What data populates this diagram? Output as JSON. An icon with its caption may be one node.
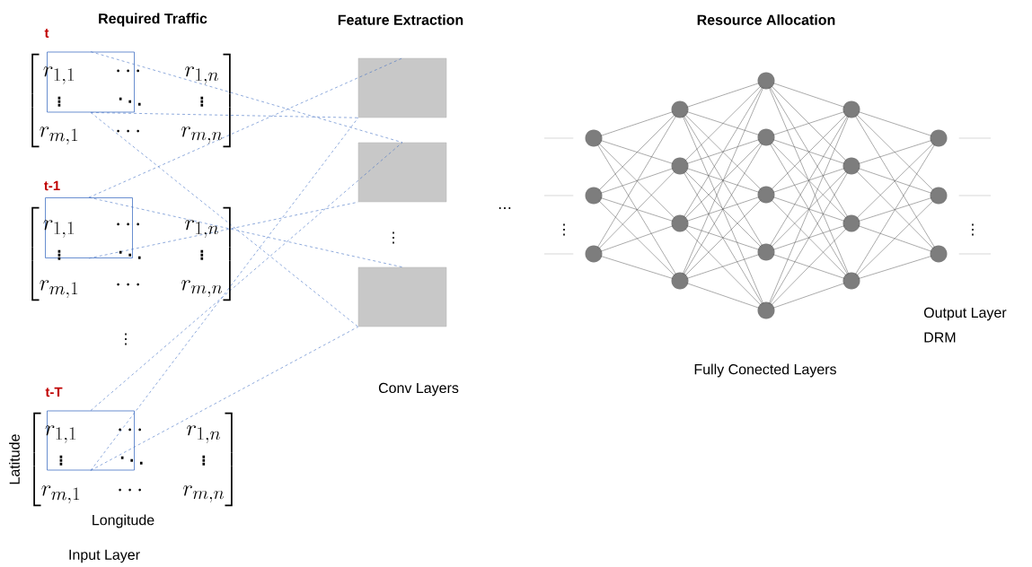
{
  "diagram": {
    "nodes": [
      {
        "text": [],
        "shape": "box"
      },
      {
        "text": [],
        "shape": "box"
      },
      {
        "text": [],
        "shape": "box"
      },
      {
        "text": [],
        "shape": "box"
      },
      {
        "text": [],
        "shape": "box"
      },
      {
        "text": [],
        "shape": "box"
      },
      {
        "text": [],
        "shape": "circle"
      },
      {
        "text": [],
        "shape": "circle"
      },
      {
        "text": [],
        "shape": "circle"
      },
      {
        "text": [],
        "shape": "circle"
      },
      {
        "text": [],
        "shape": "circle"
      },
      {
        "text": [],
        "shape": "circle"
      },
      {
        "text": [],
        "shape": "circle"
      },
      {
        "text": [],
        "shape": "circle"
      },
      {
        "text": [],
        "shape": "circle"
      },
      {
        "text": [],
        "shape": "circle"
      },
      {
        "text": [],
        "shape": "circle"
      },
      {
        "text": [],
        "shape": "circle"
      },
      {
        "text": [],
        "shape": "circle"
      },
      {
        "text": [],
        "shape": "circle"
      },
      {
        "text": [],
        "shape": "circle"
      },
      {
        "text": [],
        "shape": "circle"
      },
      {
        "text": [],
        "shape": "circle"
      },
      {
        "text": [],
        "shape": "circle"
      },
      {
        "text": [],
        "shape": "circle"
      }
    ],
    "edges": [
      {
        "from": 0,
        "to": 3,
        "arrow": "none",
        "style": "dashed",
        "color": "#4472c4"
      },
      {
        "from": 0,
        "to": 4,
        "arrow": "none",
        "style": "dashed",
        "color": "#4472c4"
      },
      {
        "from": 0,
        "to": 5,
        "arrow": "none",
        "style": "dashed",
        "color": "#4472c4"
      },
      {
        "from": 1,
        "to": 3,
        "arrow": "none",
        "style": "dashed",
        "color": "#4472c4"
      },
      {
        "from": 1,
        "to": 4,
        "arrow": "none",
        "style": "dashed",
        "color": "#4472c4"
      },
      {
        "from": 1,
        "to": 5,
        "arrow": "none",
        "style": "dashed",
        "color": "#4472c4"
      },
      {
        "from": 2,
        "to": 3,
        "arrow": "none",
        "style": "dashed",
        "color": "#4472c4"
      },
      {
        "from": 2,
        "to": 4,
        "arrow": "none",
        "style": "dashed",
        "color": "#4472c4"
      },
      {
        "from": 2,
        "to": 5,
        "arrow": "none",
        "style": "dashed",
        "color": "#4472c4"
      },
      {
        "from": null,
        "to": 6,
        "arrow": "none",
        "color": "#b0b0b0"
      },
      {
        "from": null,
        "to": 7,
        "arrow": "none",
        "color": "#b0b0b0"
      },
      {
        "from": null,
        "to": 8,
        "arrow": "none",
        "color": "#b0b0b0"
      },
      {
        "from": 6,
        "to": 9,
        "arrow": "none"
      },
      {
        "from": 6,
        "to": 10,
        "arrow": "none"
      },
      {
        "from": 6,
        "to": 11,
        "arrow": "none"
      },
      {
        "from": 6,
        "to": 12,
        "arrow": "none"
      },
      {
        "from": 7,
        "to": 9,
        "arrow": "none"
      },
      {
        "from": 7,
        "to": 10,
        "arrow": "none"
      },
      {
        "from": 7,
        "to": 11,
        "arrow": "none"
      },
      {
        "from": 7,
        "to": 12,
        "arrow": "none"
      },
      {
        "from": 8,
        "to": 9,
        "arrow": "none"
      },
      {
        "from": 8,
        "to": 10,
        "arrow": "none"
      },
      {
        "from": 8,
        "to": 11,
        "arrow": "none"
      },
      {
        "from": 8,
        "to": 12,
        "arrow": "none"
      },
      {
        "from": 9,
        "to": 13,
        "arrow": "none"
      },
      {
        "from": 9,
        "to": 14,
        "arrow": "none"
      },
      {
        "from": 9,
        "to": 15,
        "arrow": "none"
      },
      {
        "from": 9,
        "to": 16,
        "arrow": "none"
      },
      {
        "from": 9,
        "to": 17,
        "arrow": "none"
      },
      {
        "from": 10,
        "to": 13,
        "arrow": "none"
      },
      {
        "from": 10,
        "to": 14,
        "arrow": "none"
      },
      {
        "from": 10,
        "to": 15,
        "arrow": "none"
      },
      {
        "from": 10,
        "to": 16,
        "arrow": "none"
      },
      {
        "from": 10,
        "to": 17,
        "arrow": "none"
      },
      {
        "from": 11,
        "to": 13,
        "arrow": "none"
      },
      {
        "from": 11,
        "to": 14,
        "arrow": "none"
      },
      {
        "from": 11,
        "to": 15,
        "arrow": "none"
      },
      {
        "from": 11,
        "to": 16,
        "arrow": "none"
      },
      {
        "from": 11,
        "to": 17,
        "arrow": "none"
      },
      {
        "from": 12,
        "to": 13,
        "arrow": "none"
      },
      {
        "from": 12,
        "to": 14,
        "arrow": "none"
      },
      {
        "from": 12,
        "to": 15,
        "arrow": "none"
      },
      {
        "from": 12,
        "to": 16,
        "arrow": "none"
      },
      {
        "from": 12,
        "to": 17,
        "arrow": "none"
      },
      {
        "from": 13,
        "to": 18,
        "arrow": "none"
      },
      {
        "from": 13,
        "to": 19,
        "arrow": "none"
      },
      {
        "from": 13,
        "to": 20,
        "arrow": "none"
      },
      {
        "from": 13,
        "to": 21,
        "arrow": "none"
      },
      {
        "from": 14,
        "to": 18,
        "arrow": "none"
      },
      {
        "from": 14,
        "to": 19,
        "arrow": "none"
      },
      {
        "from": 14,
        "to": 20,
        "arrow": "none"
      },
      {
        "from": 14,
        "to": 21,
        "arrow": "none"
      },
      {
        "from": 15,
        "to": 18,
        "arrow": "none"
      },
      {
        "from": 15,
        "to": 19,
        "arrow": "none"
      },
      {
        "from": 15,
        "to": 20,
        "arrow": "none"
      },
      {
        "from": 15,
        "to": 21,
        "arrow": "none"
      },
      {
        "from": 16,
        "to": 18,
        "arrow": "none"
      },
      {
        "from": 16,
        "to": 19,
        "arrow": "none"
      },
      {
        "from": 16,
        "to": 20,
        "arrow": "none"
      },
      {
        "from": 16,
        "to": 21,
        "arrow": "none"
      },
      {
        "from": 17,
        "to": 18,
        "arrow": "none"
      },
      {
        "from": 17,
        "to": 19,
        "arrow": "none"
      },
      {
        "from": 17,
        "to": 20,
        "arrow": "none"
      },
      {
        "from": 17,
        "to": 21,
        "arrow": "none"
      },
      {
        "from": 18,
        "to": 22,
        "arrow": "none"
      },
      {
        "from": 18,
        "to": 23,
        "arrow": "none"
      },
      {
        "from": 18,
        "to": 24,
        "arrow": "none"
      },
      {
        "from": 19,
        "to": 22,
        "arrow": "none"
      },
      {
        "from": 19,
        "to": 23,
        "arrow": "none"
      },
      {
        "from": 19,
        "to": 24,
        "arrow": "none"
      },
      {
        "from": 20,
        "to": 22,
        "arrow": "none"
      },
      {
        "from": 20,
        "to": 23,
        "arrow": "none"
      },
      {
        "from": 20,
        "to": 24,
        "arrow": "none"
      },
      {
        "from": 21,
        "to": 22,
        "arrow": "none"
      },
      {
        "from": 21,
        "to": 23,
        "arrow": "none"
      },
      {
        "from": 21,
        "to": 24,
        "arrow": "none"
      },
      {
        "from": 22,
        "to": null,
        "arrow": "none",
        "color": "#b0b0b0"
      },
      {
        "from": 23,
        "to": null,
        "arrow": "none",
        "color": "#b0b0b0"
      },
      {
        "from": 24,
        "to": null,
        "arrow": "none",
        "color": "#b0b0b0"
      }
    ],
    "labels": [
      "Required Traffic",
      "Feature Extraction",
      "Resource Allocation",
      "t",
      "\\begin{bmatrix} r_{1,1} & \\cdots & r_{1,n} \\\\ \\vdots & \\ddots & \\vdots \\\\ r_{m,1} & \\cdots & r_{m,n} \\end{bmatrix}",
      "t-1",
      "\\begin{bmatrix} r_{1,1} & \\cdots & r_{1,n} \\\\ \\vdots & \\ddots & \\vdots \\\\ r_{m,1} & \\cdots & r_{m,n} \\end{bmatrix}",
      "⋮",
      "t-T",
      "\\begin{bmatrix} r_{1,1} & \\cdots & r_{1,n} \\\\ \\vdots & \\ddots & \\vdots \\\\ r_{m,1} & \\cdots & r_{m,n} \\end{bmatrix}",
      "Latitude",
      "Longitude",
      "Input Layer",
      "⋮",
      "Conv Layers",
      "…",
      "⋮",
      "Fully Conected Layers",
      "⋮",
      "Output Layer",
      "DRM"
    ]
  }
}
